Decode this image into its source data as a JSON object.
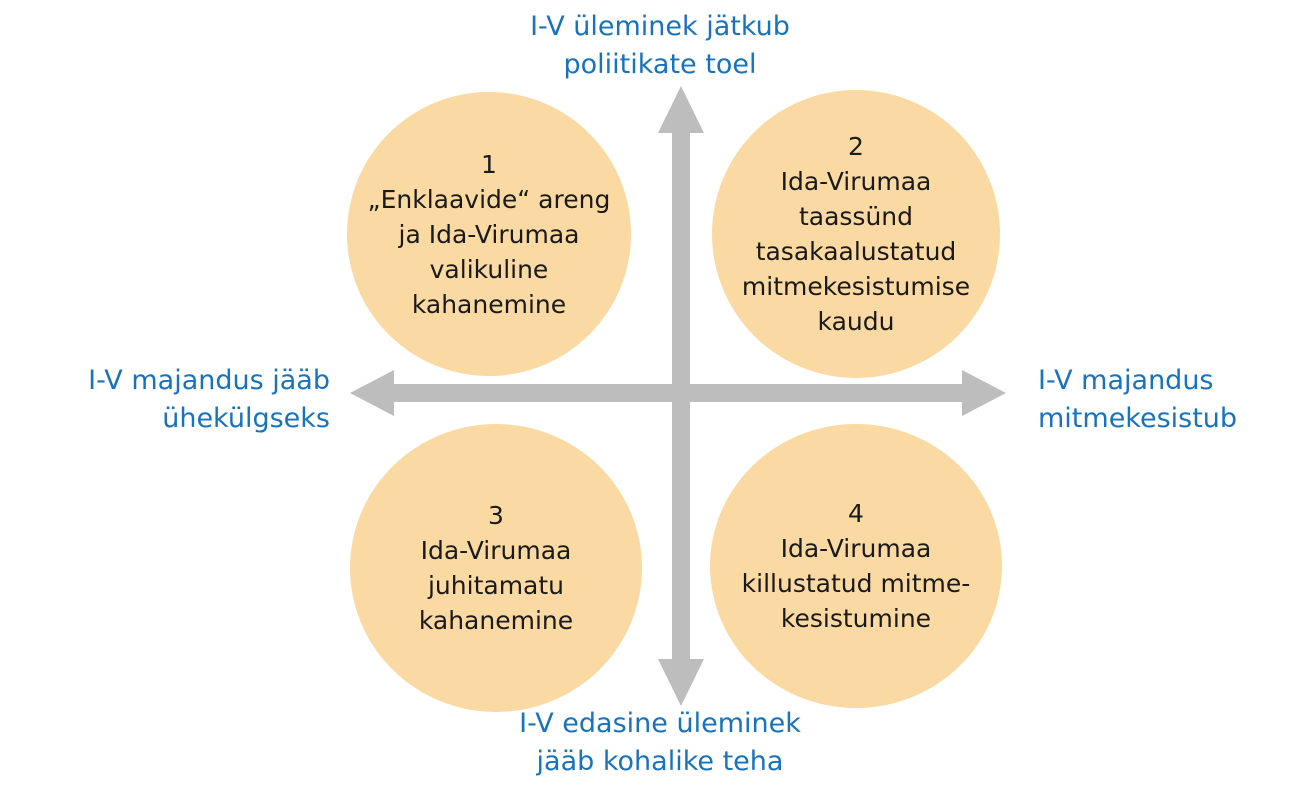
{
  "diagram": {
    "title_top": "I-V üleminek jätkub\npoliitikate toel",
    "title_bottom": "I-V edasine üleminek\njääb kohalike teha",
    "title_left": "I-V majandus jääb\nühekülgseks",
    "title_right": "I-V majandus\nmitmekesistub",
    "axis_label_color": "#1873BE",
    "arrow_color": "#BDBDBD",
    "circle_color": "#FBD9A3",
    "circle_text_color": "#1A1A1A"
  },
  "quadrants": [
    {
      "number": "1",
      "position": "top-left",
      "text": "„Enklaavide“ areng\nja Ida-Virumaa\nvalikuline\nkahanemine"
    },
    {
      "number": "2",
      "position": "top-right",
      "text": "Ida-Virumaa\ntaassünd\ntasakaalustatud\nmitmekesistumise\nkaudu"
    },
    {
      "number": "3",
      "position": "bottom-left",
      "text": "Ida-Virumaa\njuhitamatu\nkahanemine"
    },
    {
      "number": "4",
      "position": "bottom-right",
      "text": "Ida-Virumaa\nkillustatud mitme-\nkesistumine"
    }
  ]
}
